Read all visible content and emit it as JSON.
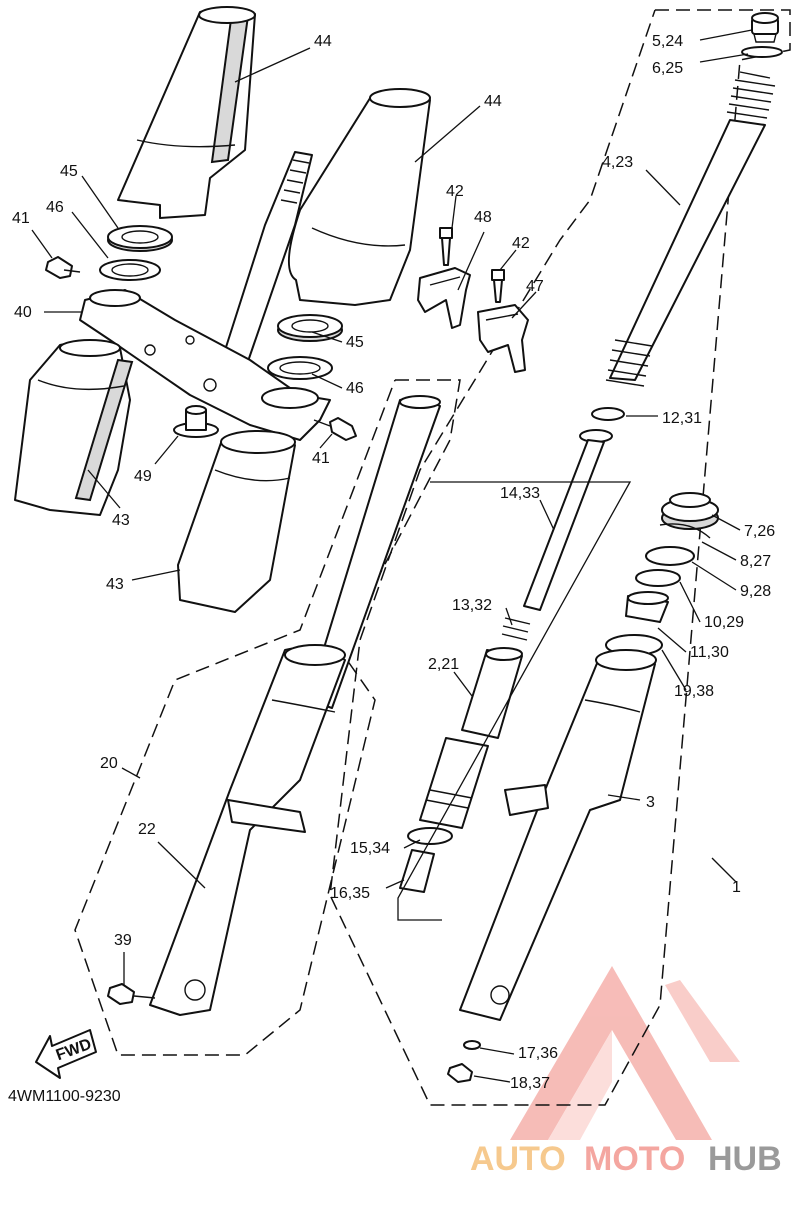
{
  "diagram": {
    "part_code": "4WM1100-9230",
    "direction_label": "FWD",
    "callouts": [
      "44",
      "44",
      "45",
      "46",
      "41",
      "40",
      "45",
      "46",
      "43",
      "43",
      "49",
      "41",
      "42",
      "48",
      "42",
      "47",
      "5,24",
      "6,25",
      "4,23",
      "12,31",
      "14,33",
      "7,26",
      "8,27",
      "9,28",
      "10,29",
      "13,32",
      "11,30",
      "2,21",
      "19,38",
      "3",
      "20",
      "22",
      "15,34",
      "16,35",
      "1",
      "39",
      "17,36",
      "18,37"
    ]
  },
  "watermark": {
    "part1": "AUTO",
    "part2": "MOTO",
    "part3": "HUB",
    "color_primary": "#f4a6a0",
    "color_secondary": "#f6c98e",
    "color_gray": "#9a9a9a"
  }
}
